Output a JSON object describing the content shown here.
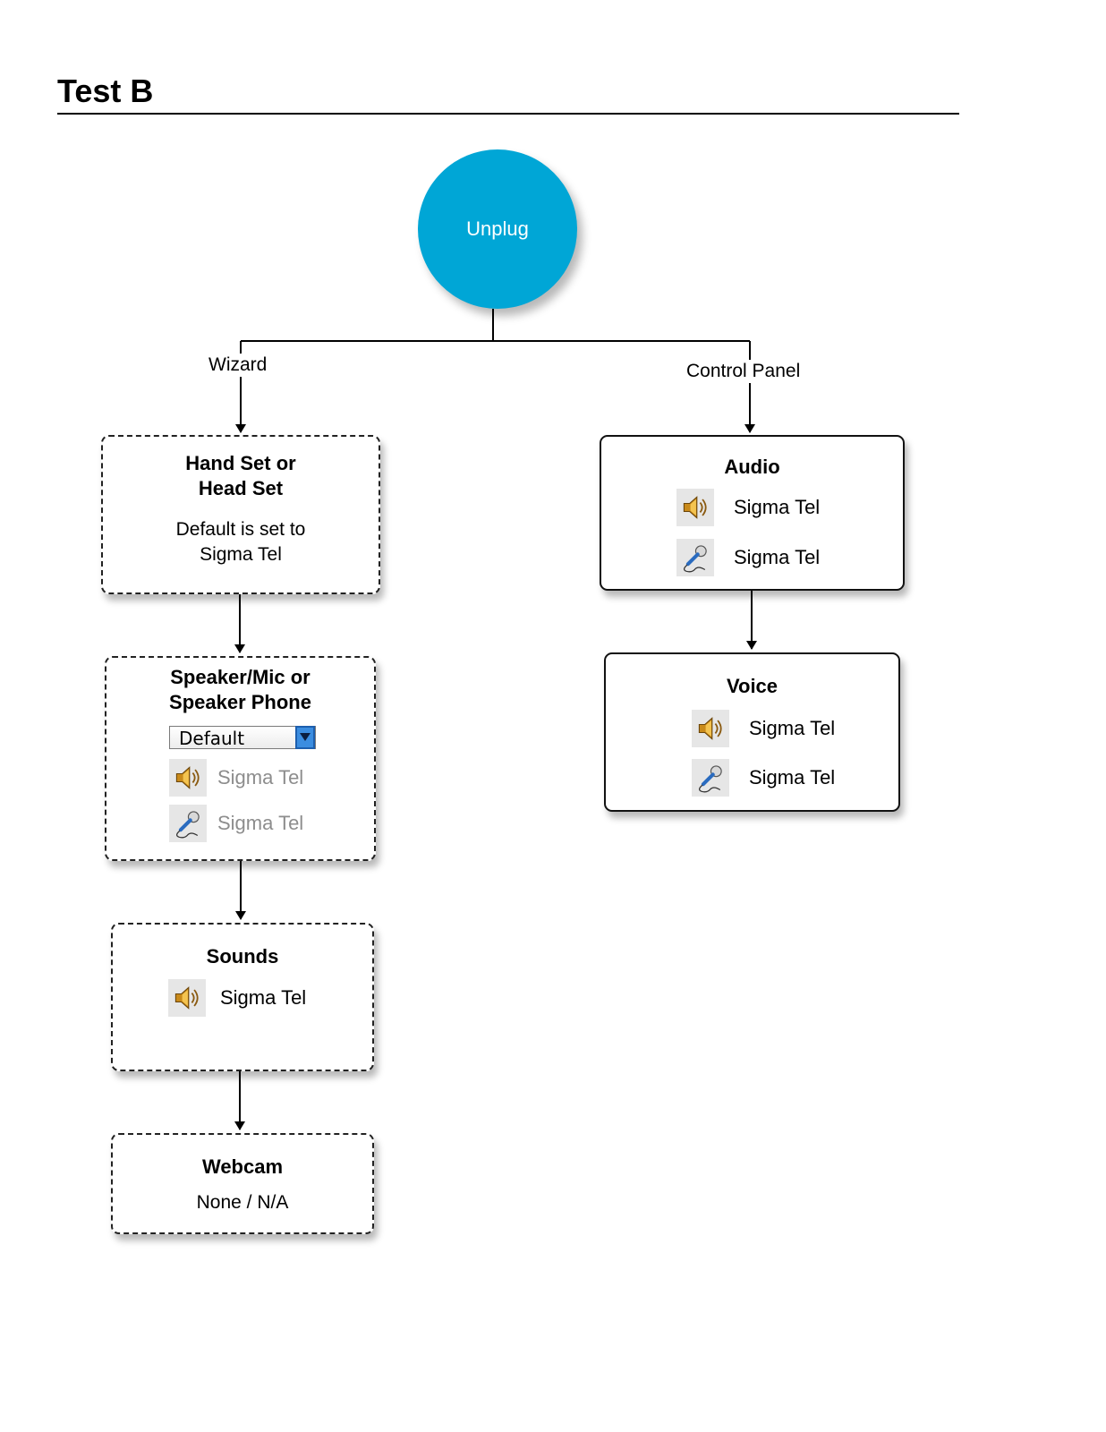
{
  "page": {
    "title": "Test B"
  },
  "root": {
    "label": "Unplug",
    "color": "#00a6d6"
  },
  "branches": {
    "left": "Wizard",
    "right": "Control Panel"
  },
  "wizard_steps": {
    "handset": {
      "title_line1": "Hand Set or",
      "title_line2": "Head Set",
      "text_line1": "Default is set to",
      "text_line2": "Sigma Tel"
    },
    "speaker": {
      "title_line1": "Speaker/Mic or",
      "title_line2": "Speaker Phone",
      "dropdown_value": "Default",
      "speaker_device": "Sigma Tel",
      "mic_device": "Sigma Tel"
    },
    "sounds": {
      "title": "Sounds",
      "speaker_device": "Sigma Tel"
    },
    "webcam": {
      "title": "Webcam",
      "value": "None / N/A"
    }
  },
  "control_panel": {
    "audio": {
      "title": "Audio",
      "speaker_device": "Sigma Tel",
      "mic_device": "Sigma Tel"
    },
    "voice": {
      "title": "Voice",
      "speaker_device": "Sigma Tel",
      "mic_device": "Sigma Tel"
    }
  },
  "icons": {
    "speaker": "speaker-icon",
    "microphone": "microphone-icon",
    "dropdown": "dropdown-arrow-icon"
  },
  "styles": {
    "dim_text_color": "#8d8d8d",
    "dropdown_accent": "#3b8de0"
  }
}
